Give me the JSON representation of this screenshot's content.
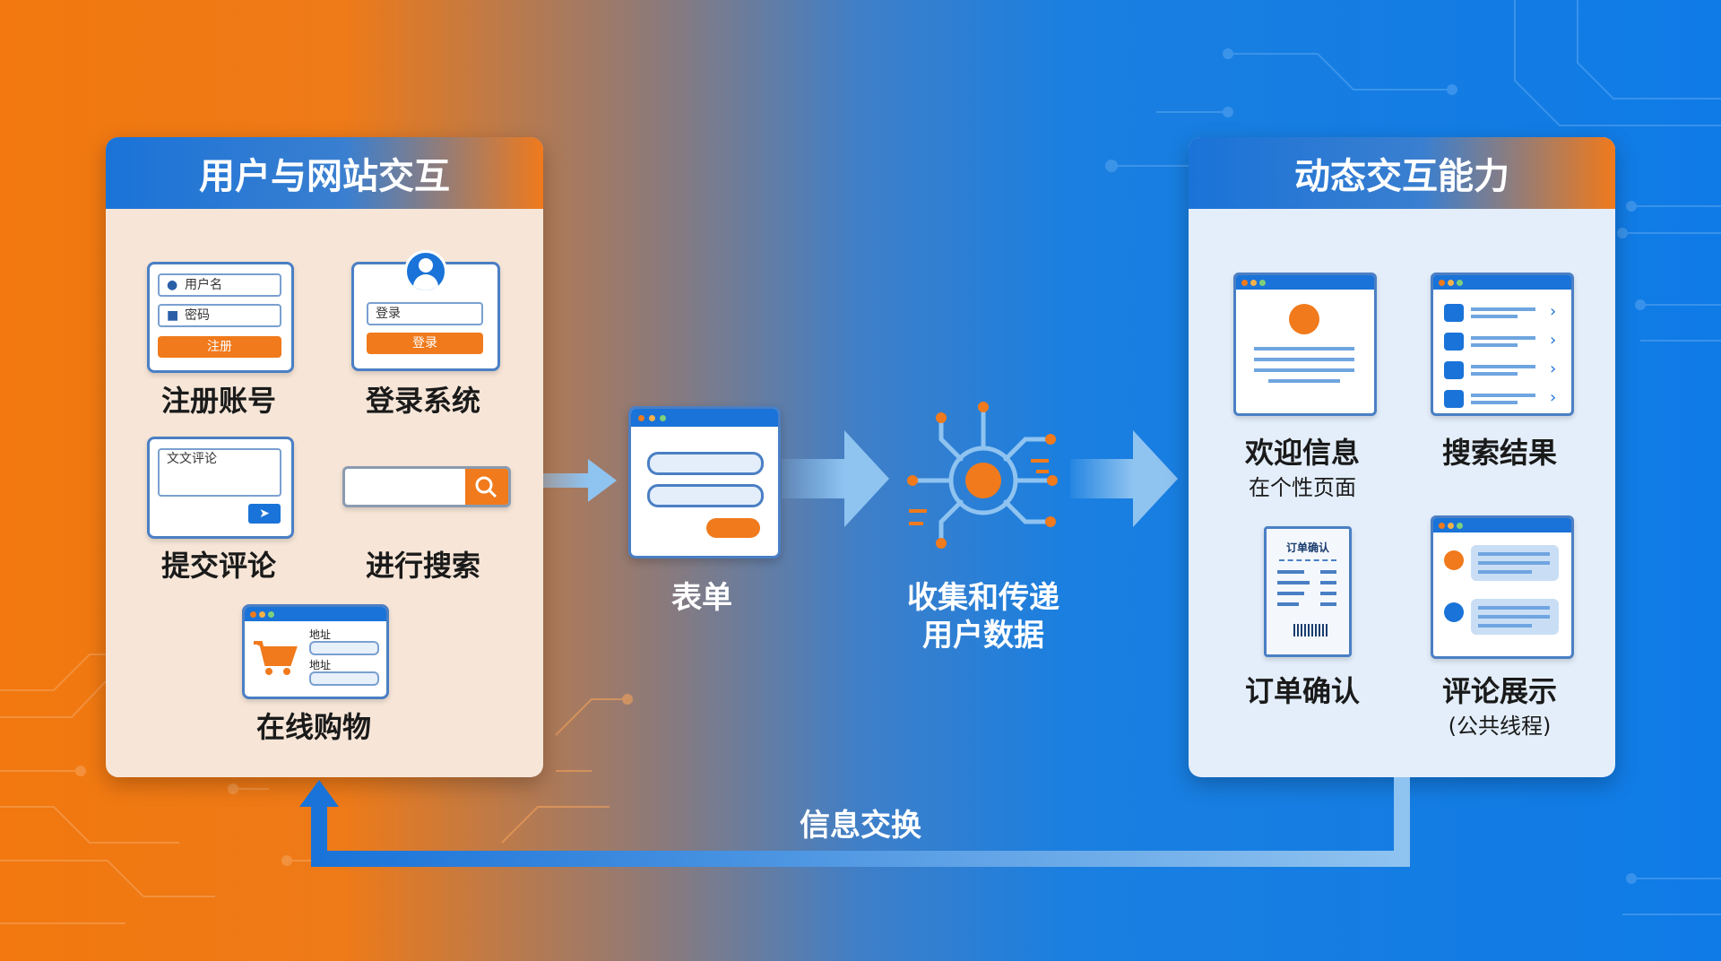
{
  "left_panel": {
    "title": "用户与网站交互",
    "register": {
      "username_placeholder": "用户名",
      "password_placeholder": "密码",
      "button": "注册",
      "label": "注册账号"
    },
    "login": {
      "field": "登录",
      "button": "登录",
      "label": "登录系统"
    },
    "comment": {
      "field": "文文评论",
      "label": "提交评论"
    },
    "search": {
      "label": "进行搜索"
    },
    "shopping": {
      "field1": "地址",
      "field2": "地址",
      "label": "在线购物"
    }
  },
  "flow": {
    "form_label": "表单",
    "collect_label_line1": "收集和传递",
    "collect_label_line2": "用户数据",
    "exchange_label": "信息交换"
  },
  "right_panel": {
    "title": "动态交互能力",
    "welcome": {
      "label": "欢迎信息",
      "sublabel": "在个性页面"
    },
    "search_results": {
      "label": "搜索结果"
    },
    "order": {
      "receipt_title": "订单确认",
      "label": "订单确认"
    },
    "comments": {
      "label": "评论展示",
      "sublabel": "(公共线程)"
    }
  },
  "colors": {
    "orange": "#f07a1c",
    "blue": "#1a73d8",
    "light_blue": "#8fc3f0"
  }
}
